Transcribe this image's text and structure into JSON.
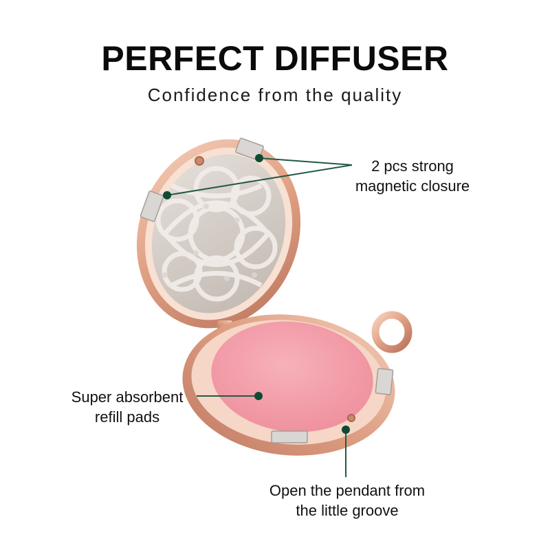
{
  "header": {
    "title": "PERFECT DIFFUSER",
    "subtitle": "Confidence from the quality"
  },
  "callouts": {
    "magnetic": {
      "line1": "2 pcs strong",
      "line2": "magnetic closure"
    },
    "pads": {
      "line1": "Super absorbent",
      "line2": "refill pads"
    },
    "groove": {
      "line1": "Open the pendant from",
      "line2": "the little groove"
    }
  },
  "colors": {
    "rose_gold": "#e3a88f",
    "rose_gold_dark": "#b8735d",
    "pad_pink": "#f39aa6",
    "steel": "#cfc9c4",
    "callout_line": "#1f5a44",
    "callout_dot": "#0f4a34"
  }
}
